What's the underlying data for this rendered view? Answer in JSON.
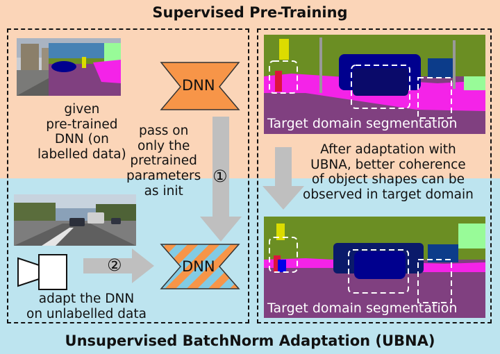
{
  "titles": {
    "top": "Supervised Pre-Training",
    "bottom": "Unsupervised BatchNorm Adaptation (UBNA)"
  },
  "pretrained_caption": "given\npre-trained\nDNN (on\nlabelled data)",
  "pass_on_text": "pass on\nonly the\npretrained\nparameters\nas init",
  "adapt_text": "adapt the DNN\non unlabelled data",
  "after_adaptation_text": "After adaptation with\nUBNA, better coherence\nof object shapes can be\nobserved in target domain",
  "dnn_label": "DNN",
  "step_markers": [
    "①",
    "②"
  ],
  "segmentation_caption": "Target domain segmentation",
  "icons": {
    "dnn_top": "dnn-hourglass-icon",
    "dnn_bottom": "dnn-hourglass-striped-icon",
    "camera": "camera-icon"
  },
  "colors": {
    "top_band": "#fbd5b8",
    "bottom_band": "#bde4ef",
    "dnn_orange": "#f79548",
    "dnn_blue": "#82cbe4",
    "arrow_gray": "#bfbfbf",
    "seg_road": "#804080",
    "seg_sidewalk": "#f423e8",
    "seg_vegetation": "#6b8e23",
    "seg_car": "#00008e",
    "seg_sky": "#4682b4"
  }
}
